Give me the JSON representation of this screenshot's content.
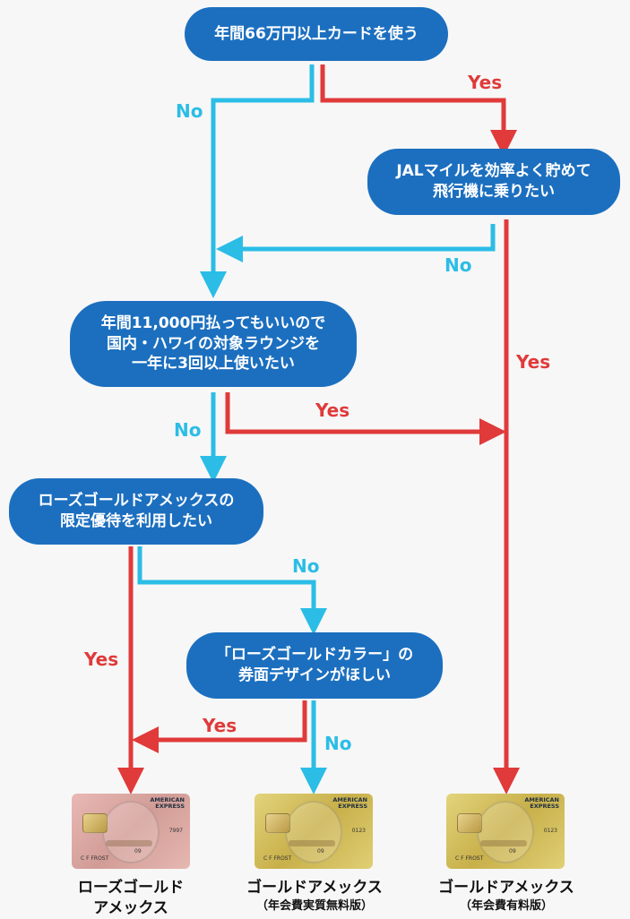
{
  "nodes": {
    "q1": [
      "年間66万円以上カードを使う"
    ],
    "q2": [
      "JALマイルを効率よく貯めて",
      "飛行機に乗りたい"
    ],
    "q3": [
      "年間11,000円払ってもいいので",
      "国内・ハワイの対象ラウンジを",
      "一年に3回以上使いたい"
    ],
    "q4": [
      "ローズゴールドアメックスの",
      "限定優待を利用したい"
    ],
    "q5": [
      "「ローズゴールドカラー」の",
      "券面デザインがほしい"
    ]
  },
  "labels": {
    "yes": "Yes",
    "no": "No"
  },
  "results": [
    {
      "name_lines": [
        "ローズゴールド",
        "アメックス"
      ],
      "sub": "",
      "card_color": "#dca8a2"
    },
    {
      "name_lines": [
        "ゴールドアメックス"
      ],
      "sub": "（年会費実質無料版）",
      "card_color": "#d8c461"
    },
    {
      "name_lines": [
        "ゴールドアメックス"
      ],
      "sub": "（年会費有料版）",
      "card_color": "#d8c461"
    }
  ],
  "card": {
    "brand_lines": [
      "AMERICAN",
      "EXPRESS"
    ],
    "holder": "C F FROST",
    "expiry": "09",
    "numbers": [
      "7997",
      "0123",
      "0123"
    ]
  },
  "colors": {
    "node": "#1c6fbf",
    "yes": "#e03a3a",
    "no": "#2bbde6",
    "background": "#f7f7f7"
  }
}
